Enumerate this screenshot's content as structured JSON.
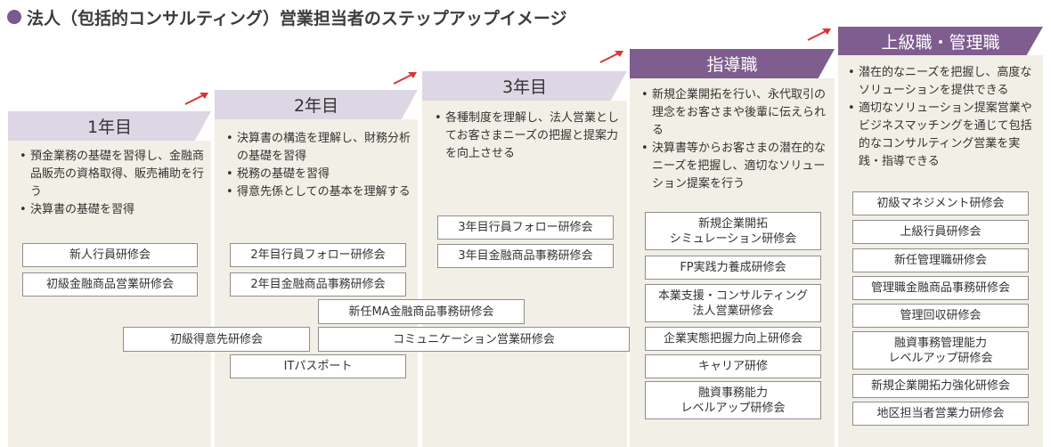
{
  "title": "法人（包括的コンサルティング）営業担当者のステップアップイメージ",
  "colors": {
    "accent": "#7f5d8f",
    "header_light": "#ddd6e5",
    "column_bg": "#f2efe6",
    "arrow": "#d9343a"
  },
  "steps": [
    {
      "label": "1年目",
      "desc": [
        "預金業務の基礎を習得し、金融商品販売の資格取得、販売補助を行う",
        "決算書の基礎を習得"
      ],
      "trainings": [
        "新人行員研修会",
        "初級金融商品営業研修会"
      ]
    },
    {
      "label": "2年目",
      "desc": [
        "決算書の構造を理解し、財務分析の基礎を習得",
        "税務の基礎を習得",
        "得意先係としての基本を理解する"
      ],
      "trainings": [
        "2年目行員フォロー研修会",
        "2年目金融商品事務研修会"
      ]
    },
    {
      "label": "3年目",
      "desc": [
        "各種制度を理解し、法人営業としてお客さまニーズの把握と提案力を向上させる"
      ],
      "trainings": [
        "3年目行員フォロー研修会",
        "3年目金融商品事務研修会"
      ]
    },
    {
      "label": "指導職",
      "desc": [
        "新規企業開拓を行い、永代取引の理念をお客さまや後輩に伝えられる",
        "決算書等からお客さまの潜在的なニーズを把握し、適切なソリューション提案を行う"
      ],
      "trainings": [
        "新規企業開拓\nシミュレーション研修会",
        "FP実践力養成研修会",
        "本業支援・コンサルティング\n法人営業研修会",
        "企業実態把握力向上研修会",
        "キャリア研修",
        "融資事務能力\nレベルアップ研修会"
      ]
    },
    {
      "label": "上級職・管理職",
      "desc": [
        "潜在的なニーズを把握し、高度なソリューションを提供できる",
        "適切なソリューション提案営業やビジネスマッチングを通じて包括的なコンサルティング営業を実践・指導できる"
      ],
      "trainings": [
        "初級マネジメント研修会",
        "上級行員研修会",
        "新任管理職研修会",
        "管理職金融商品事務研修会",
        "管理回収研修会",
        "融資事務管理能力\nレベルアップ研修会",
        "新規企業開拓力強化研修会",
        "地区担当者営業力研修会"
      ]
    }
  ],
  "shared_trainings": [
    "新任MA金融商品事務研修会",
    "初級得意先研修会",
    "コミュニケーション営業研修会",
    "ITパスポート"
  ]
}
